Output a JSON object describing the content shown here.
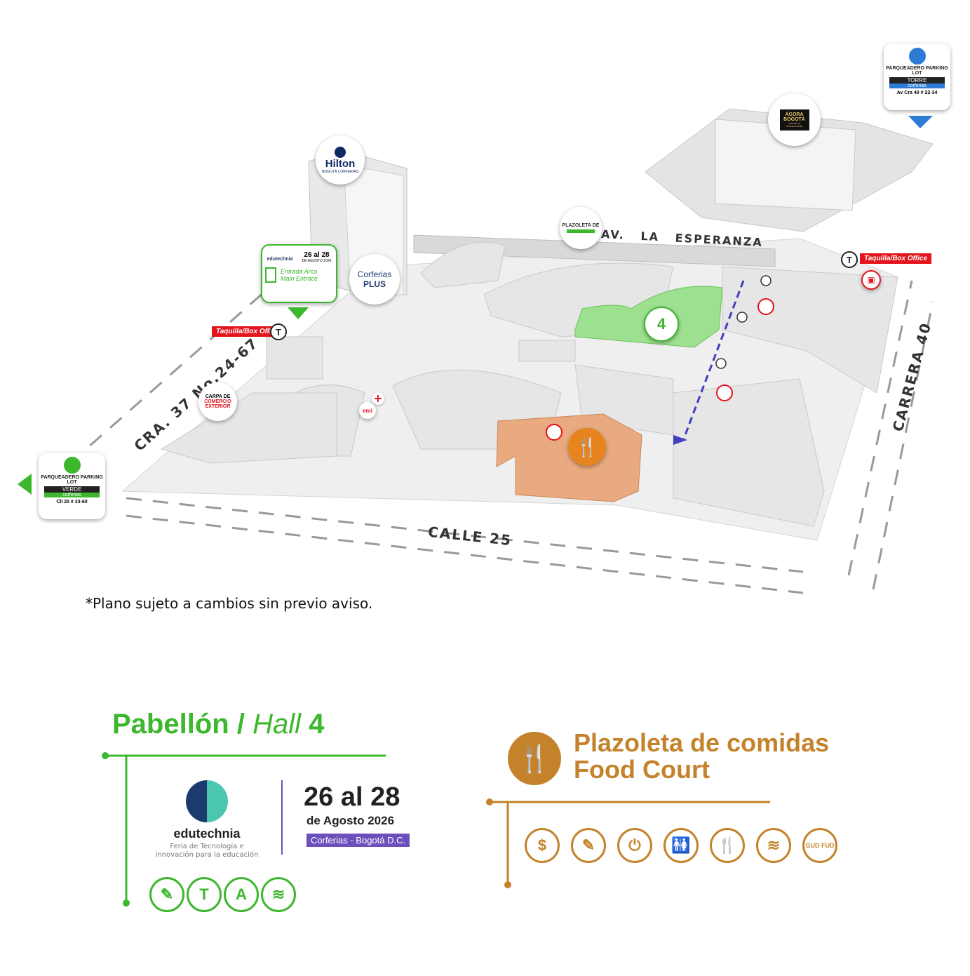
{
  "streets": {
    "av_esperanza": "AV.   LA   ESPERANZA",
    "cra37": "CRA. 37 No.24-67",
    "carrera40": "CARRERA 40",
    "calle25": "CALLE 25"
  },
  "parking_torre": {
    "title": "PARQUEADERO PARKING LOT",
    "name": "TORRE",
    "brand": "corferias",
    "address": "Av Cra 40 # 22-34"
  },
  "parking_verde": {
    "title": "PARQUEADERO PARKING LOT",
    "name": "VERDE",
    "brand": "corferias",
    "address": "Cll 25 # 33-60"
  },
  "hilton": {
    "name": "Hilton",
    "sub": "BOGOTÁ CORFERIAS"
  },
  "agora": {
    "name": "ÁGORA BOGOTÁ",
    "sub": "CENTRO DE CONVENCIONES"
  },
  "plazoleta_badge": {
    "name": "PLAZOLETA DE"
  },
  "corferias_plus": {
    "name": "Corferias",
    "sub": "PLUS"
  },
  "entrance": {
    "brand": "edutechnia",
    "dates": "26 al 28",
    "month": "DE AGOSTO 2026",
    "label1": "Entrada Arco",
    "label2": "Main Entrace"
  },
  "box_office_right": "Taquilla/Box Office",
  "box_office_left": "Taquilla/Box Office",
  "t_letter": "T",
  "carpa": {
    "line1": "CARPA DE",
    "line2": "COMERCIO",
    "line3": "EXTERIOR"
  },
  "hall_number": "4",
  "emi_label": "emi",
  "note": "*Plano sujeto a cambios sin previo aviso.",
  "hall_section": {
    "title_es": "Pabellón /",
    "title_en": "Hall",
    "number": "4",
    "brand": "edutechnia",
    "tagline1": "Feria de Tecnología e",
    "tagline2": "innovación para la educación",
    "dates": "26 al 28",
    "month": "de Agosto 2026",
    "venue": "Corferias - Bogotá D.C.",
    "icons": [
      "pencil-icon",
      "taxi-icon",
      "access-icon",
      "wifi-icon"
    ],
    "icon_glyphs": [
      "✎",
      "T",
      "A",
      "≋"
    ]
  },
  "food_section": {
    "title1": "Plazoleta de comidas",
    "title2": "Food Court",
    "icons": [
      "money-icon",
      "pencil-icon",
      "plug-icon",
      "restroom-icon",
      "cutlery-icon",
      "wifi-icon",
      "gudfud-icon"
    ],
    "icon_glyphs": [
      "$",
      "✎",
      "⏻",
      "🚻",
      "🍴",
      "≋",
      "GUD FUD"
    ]
  },
  "colors": {
    "green": "#3cb72e",
    "gold": "#c4832a",
    "red": "#e3141b",
    "purple": "#6b4fbb",
    "navy": "#1d3a6e"
  }
}
